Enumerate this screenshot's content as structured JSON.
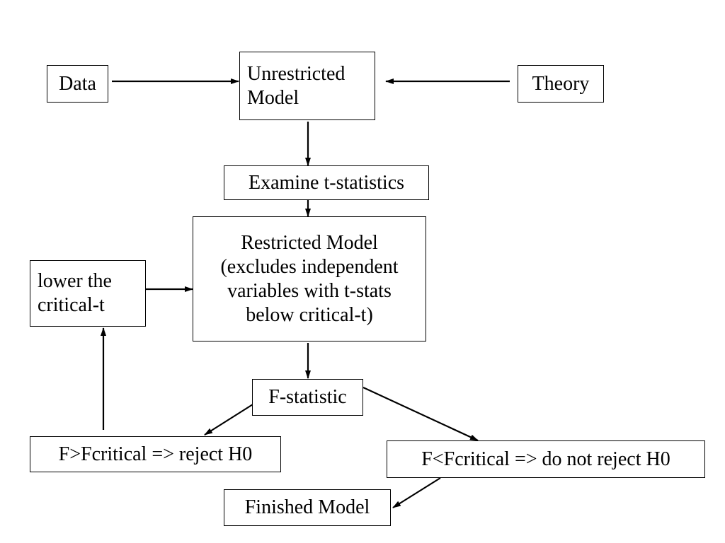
{
  "nodes": {
    "data": {
      "label": "Data"
    },
    "unrestricted": {
      "lines": [
        "Unrestricted",
        "Model"
      ]
    },
    "theory": {
      "label": "Theory"
    },
    "examine": {
      "label": "Examine t-statistics"
    },
    "restricted": {
      "lines": [
        "Restricted Model",
        "(excludes independent",
        "variables with t-stats",
        "below critical-t)"
      ]
    },
    "lower": {
      "lines": [
        "lower the",
        "critical-t"
      ]
    },
    "fstat": {
      "label": "F-statistic"
    },
    "reject": {
      "label": "F>Fcritical => reject H0"
    },
    "notreject": {
      "label": "F<Fcritical => do not reject H0"
    },
    "finished": {
      "label": "Finished Model"
    }
  },
  "edges": [
    {
      "from": "data",
      "to": "unrestricted"
    },
    {
      "from": "theory",
      "to": "unrestricted"
    },
    {
      "from": "unrestricted",
      "to": "examine"
    },
    {
      "from": "examine",
      "to": "restricted"
    },
    {
      "from": "lower",
      "to": "restricted"
    },
    {
      "from": "restricted",
      "to": "fstat"
    },
    {
      "from": "fstat",
      "to": "reject"
    },
    {
      "from": "fstat",
      "to": "notreject"
    },
    {
      "from": "reject",
      "to": "lower"
    },
    {
      "from": "notreject",
      "to": "finished"
    }
  ]
}
